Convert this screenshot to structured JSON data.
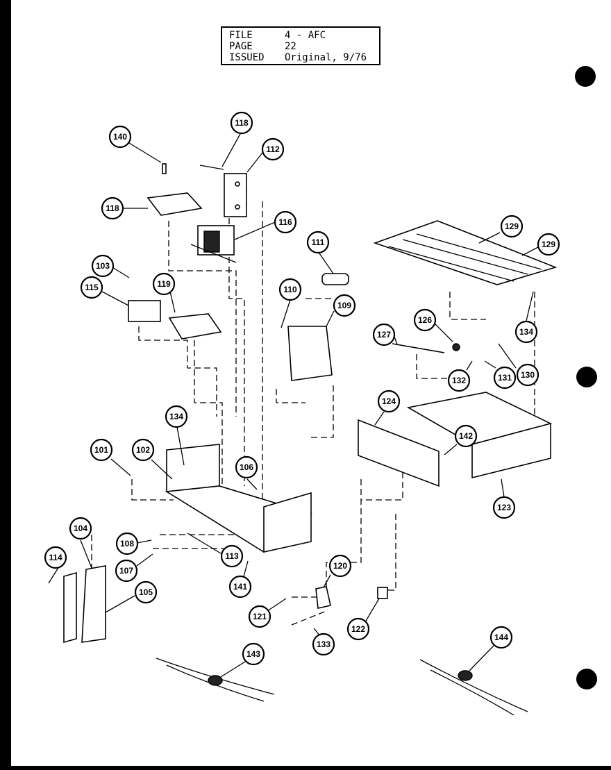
{
  "header": {
    "file_label": "FILE",
    "file_value": "4 - AFC",
    "page_label": "PAGE",
    "page_value": "22",
    "issued_label": "ISSUED",
    "issued_value": "Original, 9/76"
  },
  "callouts": [
    {
      "id": "c140",
      "label": "140"
    },
    {
      "id": "c118a",
      "label": "118"
    },
    {
      "id": "c112",
      "label": "112"
    },
    {
      "id": "c118b",
      "label": "118"
    },
    {
      "id": "c116",
      "label": "116"
    },
    {
      "id": "c111",
      "label": "111"
    },
    {
      "id": "c103",
      "label": "103"
    },
    {
      "id": "c115",
      "label": "115"
    },
    {
      "id": "c119",
      "label": "119"
    },
    {
      "id": "c110",
      "label": "110"
    },
    {
      "id": "c109",
      "label": "109"
    },
    {
      "id": "c129a",
      "label": "129"
    },
    {
      "id": "c129b",
      "label": "129"
    },
    {
      "id": "c126",
      "label": "126"
    },
    {
      "id": "c127",
      "label": "127"
    },
    {
      "id": "c134a",
      "label": "134"
    },
    {
      "id": "c130",
      "label": "130"
    },
    {
      "id": "c132",
      "label": "132"
    },
    {
      "id": "c131",
      "label": "131"
    },
    {
      "id": "c124",
      "label": "124"
    },
    {
      "id": "c142",
      "label": "142"
    },
    {
      "id": "c123",
      "label": "123"
    },
    {
      "id": "c134b",
      "label": "134"
    },
    {
      "id": "c101",
      "label": "101"
    },
    {
      "id": "c102",
      "label": "102"
    },
    {
      "id": "c106",
      "label": "106"
    },
    {
      "id": "c104",
      "label": "104"
    },
    {
      "id": "c108",
      "label": "108"
    },
    {
      "id": "c113",
      "label": "113"
    },
    {
      "id": "c114",
      "label": "114"
    },
    {
      "id": "c107",
      "label": "107"
    },
    {
      "id": "c141",
      "label": "141"
    },
    {
      "id": "c105",
      "label": "105"
    },
    {
      "id": "c120",
      "label": "120"
    },
    {
      "id": "c121",
      "label": "121"
    },
    {
      "id": "c122",
      "label": "122"
    },
    {
      "id": "c133",
      "label": "133"
    },
    {
      "id": "c143",
      "label": "143"
    },
    {
      "id": "c144",
      "label": "144"
    }
  ]
}
